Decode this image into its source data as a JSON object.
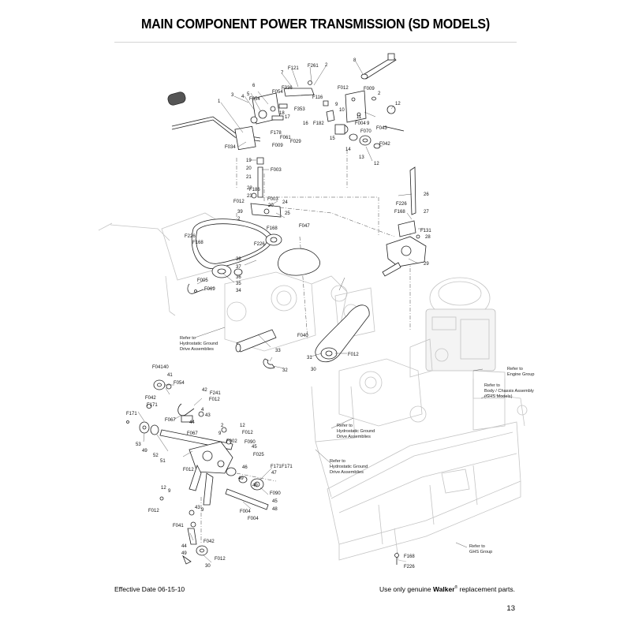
{
  "page": {
    "title": "MAIN COMPONENT POWER TRANSMISSION (SD MODELS)",
    "effective_date": "Effective Date 06-15-10",
    "notice_prefix": "Use only genuine ",
    "brand": "Walker",
    "registered_mark": "®",
    "notice_suffix": " replacement parts.",
    "page_number": "13"
  },
  "references": {
    "hydro_1": [
      "Refer to",
      "Hydrostatic Ground",
      "Drive Assemblies"
    ],
    "hydro_2": [
      "Refer to",
      "Hydrostatic Ground",
      "Drive Assemblies"
    ],
    "hydro_3": [
      "Refer to",
      "Hydrostatic Ground",
      "Drive Assemblies"
    ],
    "engine": [
      "Refer to",
      "Engine Group"
    ],
    "body": [
      "Refer to",
      "Body / Chassis Assembly",
      "(GHS Models)"
    ],
    "ghs": [
      "Refer to",
      "GHS Group"
    ]
  },
  "callouts": {
    "upper_left": [
      "F121",
      "F261",
      "2",
      "7",
      "6",
      "5",
      "4",
      "3",
      "1",
      "F054",
      "F336",
      "F054",
      "F353",
      "18",
      "17",
      "F178",
      "F061",
      "F029",
      "F009",
      "F034",
      "19",
      "20",
      "21",
      "F003",
      "22",
      "23",
      "F186",
      "F003",
      "20",
      "24",
      "F012",
      "39",
      "2",
      "25",
      "F168",
      "F047",
      "F226",
      "F168",
      "F226",
      "38",
      "37",
      "36",
      "35",
      "F005",
      "F069",
      "34"
    ],
    "upper_right": [
      "8",
      "F012",
      "F009",
      "2",
      "12",
      "F116",
      "9",
      "10",
      "11",
      "16",
      "F182",
      "F004",
      "9",
      "F070",
      "F043",
      "15",
      "14",
      "13",
      "F042",
      "12"
    ],
    "middle_right": [
      "26",
      "F226",
      "F168",
      "27",
      "F131",
      "28",
      "29"
    ],
    "middle": [
      "F040",
      "33",
      "31",
      "F012",
      "30",
      "32"
    ],
    "lower_left": [
      "F041",
      "40",
      "41",
      "F054",
      "42",
      "F241",
      "F012",
      "F042",
      "F171",
      "F171",
      "4",
      "43",
      "44",
      "53",
      "49",
      "F067",
      "2",
      "12",
      "F012",
      "F067",
      "9",
      "F002",
      "F090",
      "45",
      "F025",
      "52",
      "51",
      "F012",
      "46",
      "F171",
      "F171",
      "47",
      "49",
      "49",
      "F090",
      "45",
      "48",
      "F004",
      "F004",
      "12",
      "9",
      "F012",
      "F041",
      "43",
      "9",
      "44",
      "F042",
      "49",
      "F012",
      "30"
    ],
    "lower_right": [
      "F168",
      "F226"
    ]
  }
}
